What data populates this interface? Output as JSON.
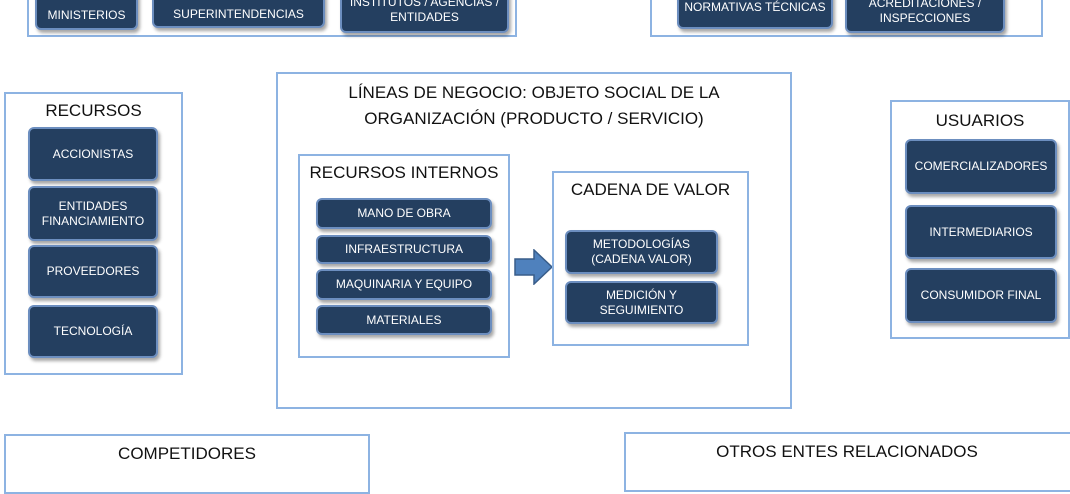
{
  "top_left": {
    "boxes": [
      "MINISTERIOS",
      "SUPERINTENDENCIAS",
      "INSTITUTOS / AGENCIAS / ENTIDADES"
    ]
  },
  "top_right": {
    "boxes": [
      "NORMATIVAS TÉCNICAS",
      "ACREDITACIONES / INSPECCIONES"
    ]
  },
  "recursos": {
    "title": "RECURSOS",
    "items": [
      "ACCIONISTAS",
      "ENTIDADES FINANCIAMIENTO",
      "PROVEEDORES",
      "TECNOLOGÍA"
    ]
  },
  "negocio": {
    "title_line1": "LÍNEAS DE NEGOCIO: OBJETO SOCIAL DE LA",
    "title_line2": "ORGANIZACIÓN (PRODUCTO / SERVICIO)"
  },
  "internos": {
    "title": "RECURSOS INTERNOS",
    "items": [
      "MANO DE OBRA",
      "INFRAESTRUCTURA",
      "MAQUINARIA Y EQUIPO",
      "MATERIALES"
    ]
  },
  "cadena": {
    "title": "CADENA DE VALOR",
    "items": [
      "METODOLOGÍAS (CADENA VALOR)",
      "MEDICIÓN Y SEGUIMIENTO"
    ]
  },
  "usuarios": {
    "title": "USUARIOS",
    "items": [
      "COMERCIALIZADORES",
      "INTERMEDIARIOS",
      "CONSUMIDOR FINAL"
    ]
  },
  "competidores": {
    "title": "COMPETIDORES"
  },
  "otros": {
    "title": "OTROS ENTES RELACIONADOS"
  },
  "colors": {
    "box": "#243f60",
    "frame": "#8db3e2",
    "arrow": "#4f81bd"
  }
}
